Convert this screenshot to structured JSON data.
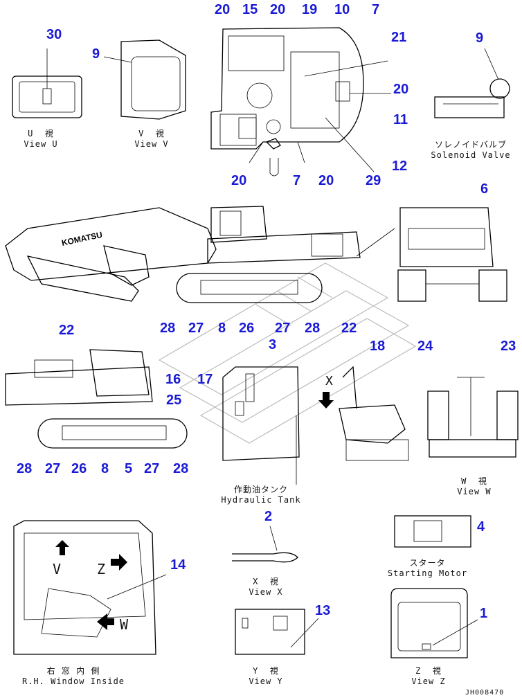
{
  "callouts": [
    {
      "id": "c30",
      "text": "30"
    },
    {
      "id": "c9a",
      "text": "9"
    },
    {
      "id": "c20a",
      "text": "20"
    },
    {
      "id": "c15",
      "text": "15"
    },
    {
      "id": "c20b",
      "text": "20"
    },
    {
      "id": "c19",
      "text": "19"
    },
    {
      "id": "c10",
      "text": "10"
    },
    {
      "id": "c7a",
      "text": "7"
    },
    {
      "id": "c9b",
      "text": "9"
    },
    {
      "id": "c21",
      "text": "21"
    },
    {
      "id": "c20c",
      "text": "20"
    },
    {
      "id": "c11",
      "text": "11"
    },
    {
      "id": "c12",
      "text": "12"
    },
    {
      "id": "c20d",
      "text": "20"
    },
    {
      "id": "c7b",
      "text": "7"
    },
    {
      "id": "c20e",
      "text": "20"
    },
    {
      "id": "c29",
      "text": "29"
    },
    {
      "id": "c6",
      "text": "6"
    },
    {
      "id": "c28a",
      "text": "28"
    },
    {
      "id": "c27a",
      "text": "27"
    },
    {
      "id": "c8a",
      "text": "8"
    },
    {
      "id": "c26a",
      "text": "26"
    },
    {
      "id": "c27b",
      "text": "27"
    },
    {
      "id": "c28b",
      "text": "28"
    },
    {
      "id": "c22a",
      "text": "22"
    },
    {
      "id": "c22b",
      "text": "22"
    },
    {
      "id": "c3",
      "text": "3"
    },
    {
      "id": "c18",
      "text": "18"
    },
    {
      "id": "c24",
      "text": "24"
    },
    {
      "id": "c23",
      "text": "23"
    },
    {
      "id": "c16",
      "text": "16"
    },
    {
      "id": "c17",
      "text": "17"
    },
    {
      "id": "c25",
      "text": "25"
    },
    {
      "id": "c28c",
      "text": "28"
    },
    {
      "id": "c27c",
      "text": "27"
    },
    {
      "id": "c26b",
      "text": "26"
    },
    {
      "id": "c8b",
      "text": "8"
    },
    {
      "id": "c5",
      "text": "5"
    },
    {
      "id": "c27d",
      "text": "27"
    },
    {
      "id": "c28d",
      "text": "28"
    },
    {
      "id": "c2",
      "text": "2"
    },
    {
      "id": "c4",
      "text": "4"
    },
    {
      "id": "c14",
      "text": "14"
    },
    {
      "id": "c13",
      "text": "13"
    },
    {
      "id": "c1",
      "text": "1"
    }
  ],
  "captions": {
    "view_u": "U  視\nView U",
    "view_v": "V  視\nView V",
    "solenoid": "ソレノイドバルブ\nSolenoid Valve",
    "hydraulic_tank": "作動油タンク\nHydraulic Tank",
    "view_w": "W  視\nView W",
    "view_x": "X  視\nView X",
    "starting_motor": "スタータ\nStarting Motor",
    "rh_window": "右 窓 内 側\nR.H. Window Inside",
    "view_y": "Y  視\nView Y",
    "view_z": "Z  視\nView Z"
  },
  "view_letters": {
    "x": "X",
    "v": "V",
    "z": "Z",
    "w": "W"
  },
  "brand": "KOMATSU",
  "doc_id": "JH008470"
}
